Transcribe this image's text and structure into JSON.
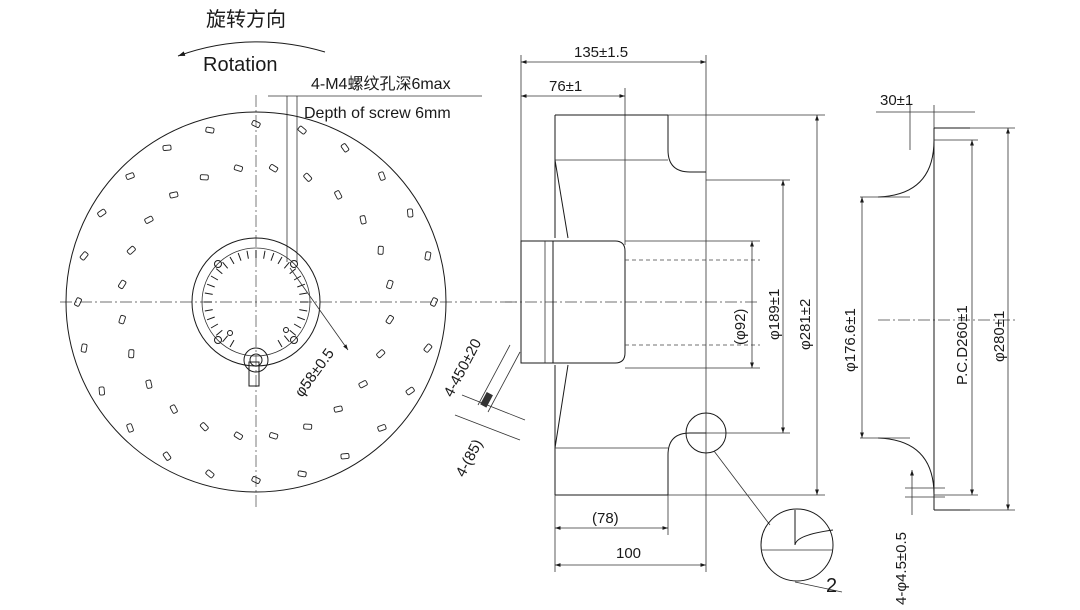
{
  "front_view": {
    "rotation_cn": "旋转方向",
    "rotation_en": "Rotation",
    "screw_note_cn": "4-M4螺纹孔深6max",
    "screw_note_en": "Depth of screw 6mm",
    "hub_diameter": "φ58±0.5",
    "cable_length": "4-450±20",
    "cable_strip": "4-(85)"
  },
  "side_view": {
    "overall_width": "135±1.5",
    "hub_offset": "76±1",
    "inlet_depth": "(78)",
    "base_length": "100",
    "d_inner": "(φ92)",
    "d_189": "φ189±1",
    "d_281": "φ281±2",
    "detail_label": "2"
  },
  "right_view": {
    "thickness": "30±1",
    "d_inlet": "φ176.6±1",
    "pcd": "P.C.D260±1",
    "d_outer": "φ280±1",
    "holes": "4-φ4.5±0.5"
  }
}
